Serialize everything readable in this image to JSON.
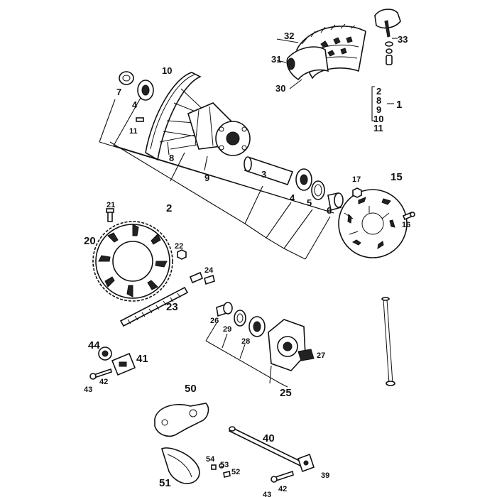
{
  "diagram": {
    "labels": {
      "p1": "1",
      "p2": "2",
      "p3": "3",
      "p4a": "4",
      "p4b": "4",
      "p5": "5",
      "p6": "6",
      "p7": "7",
      "p8": "8",
      "p9": "9",
      "p10": "10",
      "p11": "11",
      "p15": "15",
      "p16": "16",
      "p17": "17",
      "p20": "20",
      "p21": "21",
      "p22": "22",
      "p23": "23",
      "p24": "24",
      "p25": "25",
      "p26": "26",
      "p27": "27",
      "p28": "28",
      "p29": "29",
      "p30": "30",
      "p31": "31",
      "p32": "32",
      "p33": "33",
      "p39": "39",
      "p40": "40",
      "p41": "41",
      "p42a": "42",
      "p42b": "42",
      "p43a": "43",
      "p43b": "43",
      "p44": "44",
      "p50": "50",
      "p51": "51",
      "p52": "52",
      "p53": "53",
      "p54": "54"
    },
    "kit_list": [
      "2",
      "8",
      "9",
      "10",
      "11"
    ]
  }
}
